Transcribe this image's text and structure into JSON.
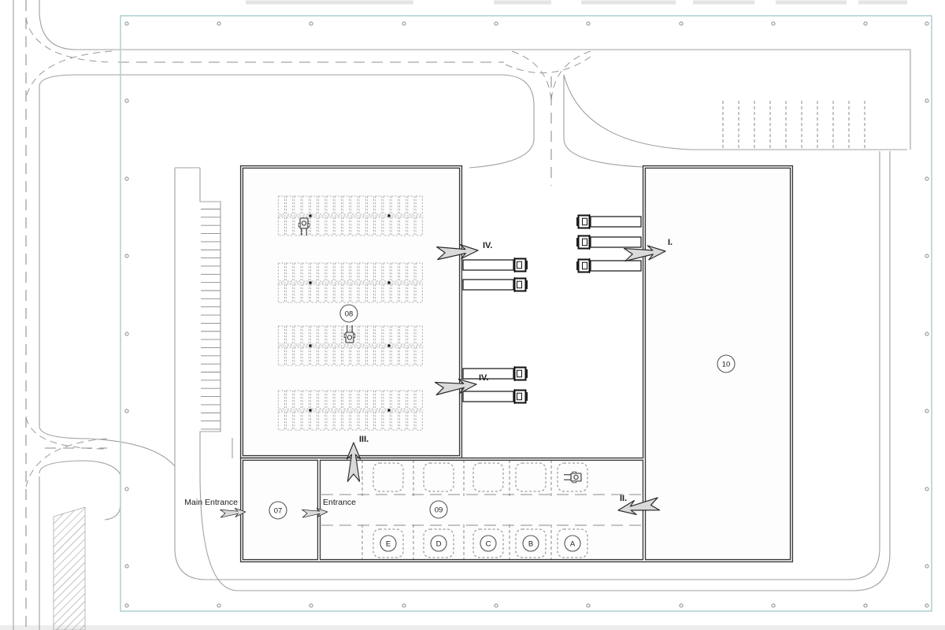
{
  "plan": {
    "entrances": {
      "main": "Main Entrance",
      "secondary": "Entrance"
    },
    "gate_labels": {
      "i": "I.",
      "ii": "II.",
      "iii": "III.",
      "iv_upper": "IV.",
      "iv_lower": "IV."
    },
    "buildings": {
      "b07": "07",
      "b08": "08",
      "b09": "09",
      "b10": "10"
    },
    "zones": [
      "E",
      "D",
      "C",
      "B",
      "A"
    ],
    "colors": {
      "boundary": "#b3d2d4",
      "walls": "#383838",
      "roads": "#a0a0a0",
      "arrow_fill": "#dadada",
      "rack_dash": "#9a9a9a"
    }
  }
}
